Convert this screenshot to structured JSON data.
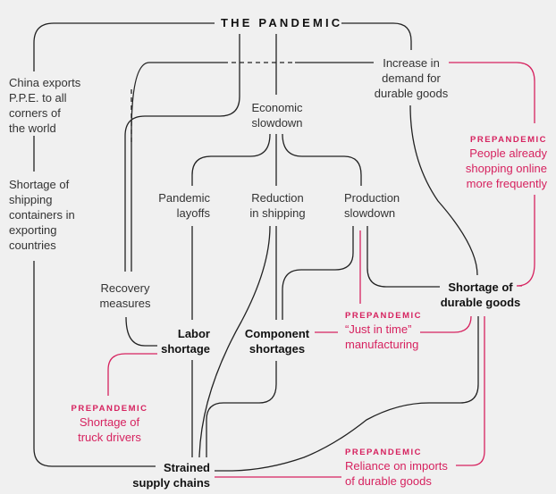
{
  "title": "THE PANDEMIC",
  "nodes": {
    "china_exports": [
      "China exports",
      "P.P.E. to all",
      "corners of",
      "the world"
    ],
    "shipping_containers": [
      "Shortage of",
      "shipping",
      "containers in",
      "exporting",
      "countries"
    ],
    "recovery_measures": [
      "Recovery",
      "measures"
    ],
    "economic_slowdown": [
      "Economic",
      "slowdown"
    ],
    "increase_demand": [
      "Increase in",
      "demand for",
      "durable goods"
    ],
    "pandemic_layoffs": [
      "Pandemic",
      "layoffs"
    ],
    "reduction_shipping": [
      "Reduction",
      "in shipping"
    ],
    "production_slowdown": [
      "Production",
      "slowdown"
    ],
    "labor_shortage": [
      "Labor",
      "shortage"
    ],
    "component_shortages": [
      "Component",
      "shortages"
    ],
    "shortage_durable": [
      "Shortage of",
      "durable goods"
    ],
    "strained_supply": [
      "Strained",
      "supply chains"
    ]
  },
  "prepandemic_label": "PREPANDEMIC",
  "prepandemic": {
    "online_shopping": [
      "People already",
      "shopping online",
      "more frequently"
    ],
    "just_in_time": [
      "“Just in time”",
      "manufacturing"
    ],
    "truck_drivers": [
      "Shortage of",
      "truck drivers"
    ],
    "imports": [
      "Reliance on imports",
      "of durable goods"
    ]
  },
  "colors": {
    "background": "#f0f0f0",
    "causal_line": "#222222",
    "prepandemic_accent": "#d6225f"
  }
}
